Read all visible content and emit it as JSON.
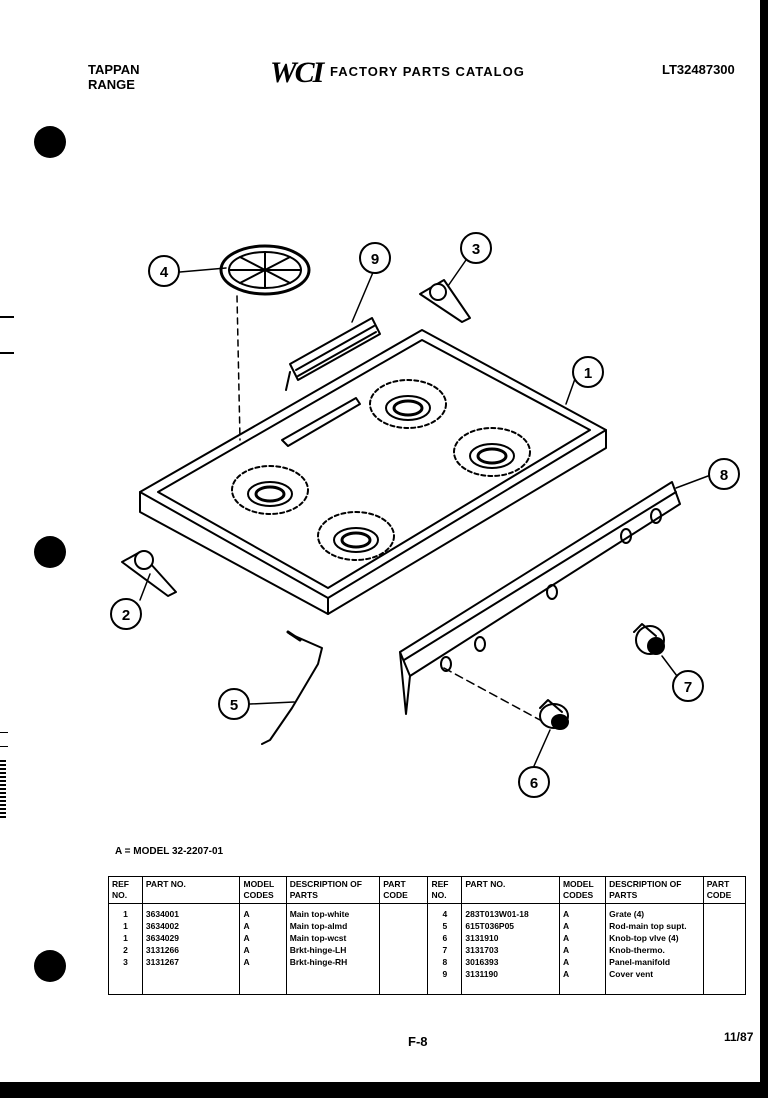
{
  "header": {
    "brand_line1": "TAPPAN",
    "brand_line2": "RANGE",
    "logo": "WCI",
    "catalog_title": "FACTORY PARTS CATALOG",
    "catalog_number": "LT32487300"
  },
  "callouts": [
    "1",
    "2",
    "3",
    "4",
    "5",
    "6",
    "7",
    "8",
    "9"
  ],
  "model_note": "A = MODEL 32-2207-01",
  "table": {
    "headers": {
      "ref": "REF NO.",
      "part": "PART NO.",
      "model": "MODEL CODES",
      "desc": "DESCRIPTION OF PARTS",
      "code": "PART CODE"
    },
    "rows": [
      {
        "ref_l": "1",
        "part_l": "3634001",
        "model_l": "A",
        "desc_l": "Main top-white",
        "code_l": "",
        "ref_r": "4",
        "part_r": "283T013W01-18",
        "model_r": "A",
        "desc_r": "Grate (4)",
        "code_r": ""
      },
      {
        "ref_l": "1",
        "part_l": "3634002",
        "model_l": "A",
        "desc_l": "Main top-almd",
        "code_l": "",
        "ref_r": "5",
        "part_r": "615T036P05",
        "model_r": "A",
        "desc_r": "Rod-main top supt.",
        "code_r": ""
      },
      {
        "ref_l": "1",
        "part_l": "3634029",
        "model_l": "A",
        "desc_l": "Main top-wcst",
        "code_l": "",
        "ref_r": "6",
        "part_r": "3131910",
        "model_r": "A",
        "desc_r": "Knob-top vlve (4)",
        "code_r": ""
      },
      {
        "ref_l": "2",
        "part_l": "3131266",
        "model_l": "A",
        "desc_l": "Brkt-hinge-LH",
        "code_l": "",
        "ref_r": "7",
        "part_r": "3131703",
        "model_r": "A",
        "desc_r": "Knob-thermo.",
        "code_r": ""
      },
      {
        "ref_l": "3",
        "part_l": "3131267",
        "model_l": "A",
        "desc_l": "Brkt-hinge-RH",
        "code_l": "",
        "ref_r": "8",
        "part_r": "3016393",
        "model_r": "A",
        "desc_r": "Panel-manifold",
        "code_r": ""
      },
      {
        "ref_l": "",
        "part_l": "",
        "model_l": "",
        "desc_l": "",
        "code_l": "",
        "ref_r": "9",
        "part_r": "3131190",
        "model_r": "A",
        "desc_r": "Cover vent",
        "code_r": ""
      }
    ]
  },
  "footer": {
    "page": "F-8",
    "date": "11/87"
  }
}
